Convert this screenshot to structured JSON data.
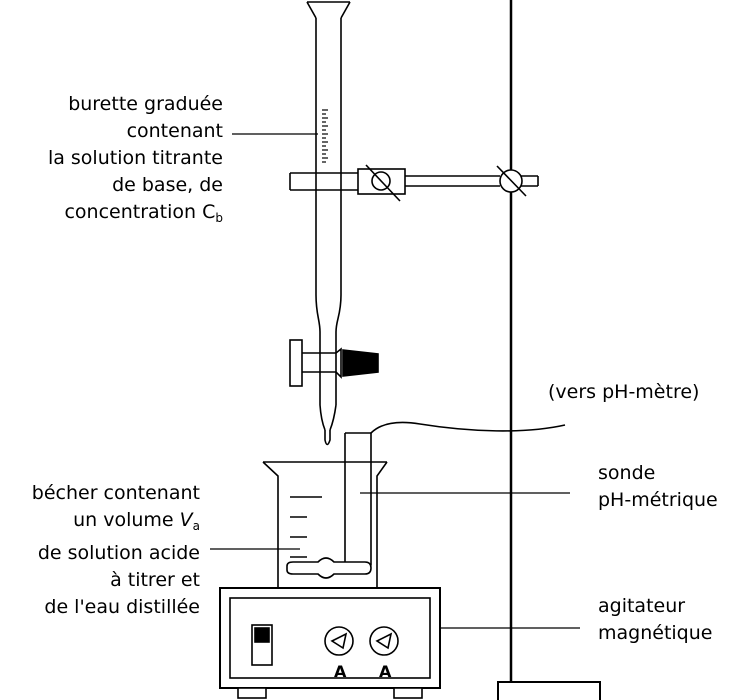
{
  "labels": {
    "burette": {
      "lines": [
        "burette graduée",
        "contenant",
        "la solution titrante",
        "de base, de"
      ],
      "last_prefix": "concentration C",
      "last_sub": "b"
    },
    "pH_meter": "(vers pH-mètre)",
    "probe": [
      "sonde",
      "pH-métrique"
    ],
    "beaker": {
      "line1": "bécher contenant",
      "line2_prefix": "un volume ",
      "line2_var": "V",
      "line2_sub": "a",
      "line3": "de solution acide",
      "line4": "à titrer et",
      "line5": "de l'eau distillée"
    },
    "stirrer": [
      "agitateur",
      "magnétique"
    ]
  },
  "dial_letters": [
    "A",
    "A"
  ]
}
